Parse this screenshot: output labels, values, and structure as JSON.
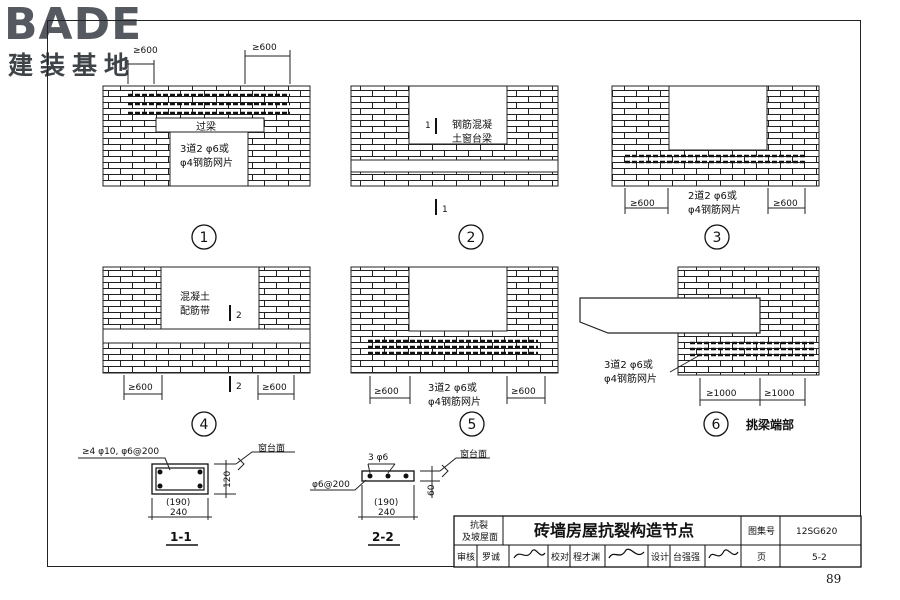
{
  "logo": {
    "word": "BADE",
    "cn": "建装基地"
  },
  "page_number": "89",
  "details": [
    {
      "id": "d1",
      "number": "1",
      "dims": [
        "≥600",
        "≥600"
      ],
      "labels": [
        "过梁",
        "3道2 φ6或",
        "φ4钢筋网片"
      ]
    },
    {
      "id": "d2",
      "number": "2",
      "section_mark": "1",
      "labels": [
        "钢筋混凝",
        "土窗台梁"
      ]
    },
    {
      "id": "d3",
      "number": "3",
      "dims": [
        "≥600",
        "≥600"
      ],
      "labels": [
        "2道2 φ6或",
        "φ4钢筋网片"
      ]
    },
    {
      "id": "d4",
      "number": "4",
      "section_mark": "2",
      "dims": [
        "≥600",
        "≥600"
      ],
      "labels": [
        "混凝土",
        "配筋带"
      ]
    },
    {
      "id": "d5",
      "number": "5",
      "dims": [
        "≥600",
        "≥600"
      ],
      "labels": [
        "3道2 φ6或",
        "φ4钢筋网片"
      ]
    },
    {
      "id": "d6",
      "number": "6",
      "dims": [
        "≥1000",
        "≥1000"
      ],
      "labels": [
        "3道2 φ6或",
        "φ4钢筋网片"
      ],
      "caption": "挑梁端部"
    }
  ],
  "sections": [
    {
      "id": "s1",
      "title": "1-1",
      "labels": [
        "≥4 φ10, φ6@200",
        "窗台面",
        "(190)",
        "240",
        "120"
      ]
    },
    {
      "id": "s2",
      "title": "2-2",
      "labels": [
        "3 φ6",
        "窗台面",
        "φ6@200",
        "(190)",
        "240",
        "60"
      ]
    }
  ],
  "title_block": {
    "category": [
      "抗裂",
      "及坡屋面"
    ],
    "drawing_title": "砖墙房屋抗裂构造节点",
    "atlas_no_label": "图集号",
    "atlas_no": "12SG620",
    "review_label": "审核",
    "reviewer": "罗诚",
    "check_label": "校对",
    "checker": "程才渊",
    "design_label": "设计",
    "designer": "台强强",
    "page_label": "页",
    "page": "5-2"
  }
}
